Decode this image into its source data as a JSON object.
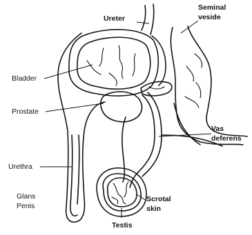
{
  "labels": {
    "ureter": "Ureter",
    "seminal_line1": "Seminal",
    "seminal_line2": "veside",
    "bladder": "Bladder",
    "prostate": "Prostate",
    "vas_line1": "Vas",
    "vas_line2": "deferens",
    "urethra": "Urethra",
    "glans_line1": "Glans",
    "glans_line2": "Penis",
    "scrotal_line1": "Scrotal",
    "scrotal_line2": "skin",
    "testis": "Testis"
  },
  "colors": {
    "line": "#111111",
    "background": "#ffffff"
  }
}
